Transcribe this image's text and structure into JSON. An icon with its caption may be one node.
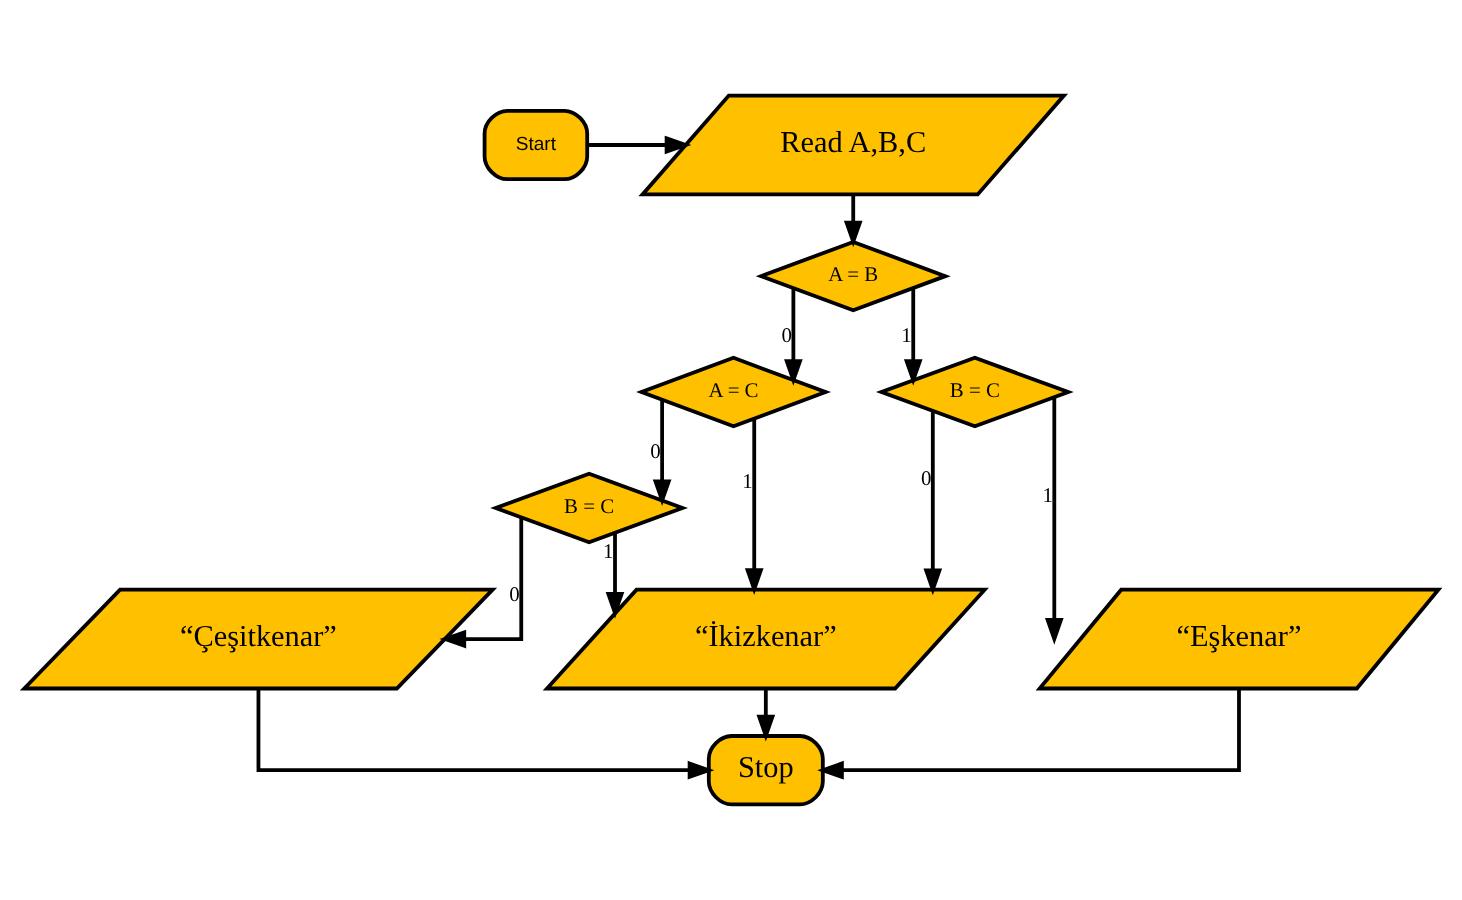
{
  "diagram": {
    "nodes": [
      {
        "text": [
          "Start"
        ]
      },
      {
        "text": [
          "Read A,B,C"
        ]
      },
      {
        "text": [
          "A = B"
        ]
      },
      {
        "text": [
          "A = C"
        ]
      },
      {
        "text": [
          "B = C"
        ]
      },
      {
        "text": [
          "B = C"
        ]
      },
      {
        "text": [
          "“İkizkenar”"
        ]
      },
      {
        "text": [
          "“Çeşitkenar”"
        ]
      },
      {
        "text": [
          "“Eşkenar”"
        ]
      },
      {
        "text": [
          "Stop"
        ]
      }
    ],
    "edges": [
      {
        "from": 0,
        "to": 1,
        "arrow": "to"
      },
      {
        "from": 1,
        "to": 2,
        "arrow": "to"
      },
      {
        "from": 2,
        "to": 3,
        "arrow": "to",
        "label": "0"
      },
      {
        "from": 2,
        "to": 4,
        "arrow": "to",
        "label": "1"
      },
      {
        "from": 3,
        "to": 5,
        "arrow": "to",
        "label": "0"
      },
      {
        "from": 3,
        "to": 6,
        "arrow": "to",
        "label": "1"
      },
      {
        "from": 4,
        "to": 6,
        "arrow": "to",
        "label": "0"
      },
      {
        "from": 4,
        "to": 8,
        "arrow": "to",
        "label": "1"
      },
      {
        "from": 5,
        "to": 6,
        "arrow": "to",
        "label": "1"
      },
      {
        "from": 5,
        "to": 7,
        "arrow": "to",
        "label": "0"
      },
      {
        "from": 6,
        "to": 9,
        "arrow": "to"
      },
      {
        "from": 7,
        "to": 9,
        "arrow": "to"
      },
      {
        "from": 8,
        "to": 9,
        "arrow": "to"
      }
    ]
  }
}
